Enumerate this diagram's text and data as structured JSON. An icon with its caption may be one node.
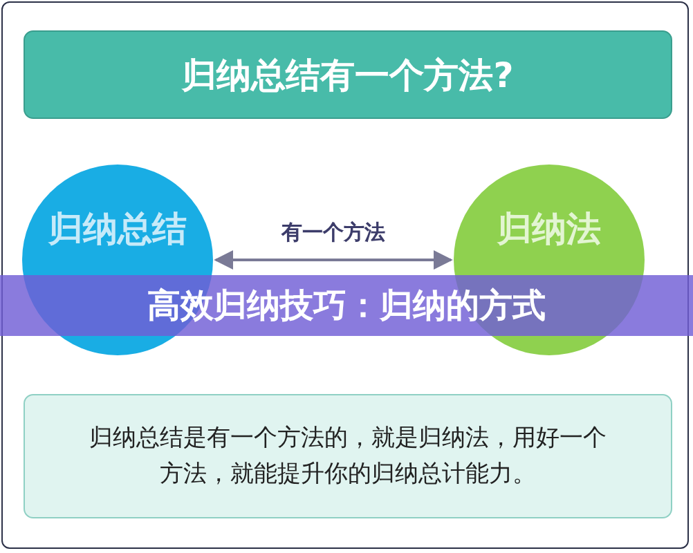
{
  "diagram": {
    "nodes": [
      {
        "text": [
          "归纳总结有一个方法?"
        ]
      },
      {
        "text": [
          "归纳总结"
        ]
      },
      {
        "text": [
          "归纳法"
        ]
      },
      {
        "text": [
          "归纳总结是有一个方法的，就是归纳法，用好一个方法，就能提升你的归纳总计能力。"
        ]
      }
    ],
    "edges": [
      {
        "from": 1,
        "to": 2,
        "arrow": "both",
        "label": "有一个方法"
      }
    ],
    "labels": [
      "高效归纳技巧：归纳的方式"
    ]
  }
}
